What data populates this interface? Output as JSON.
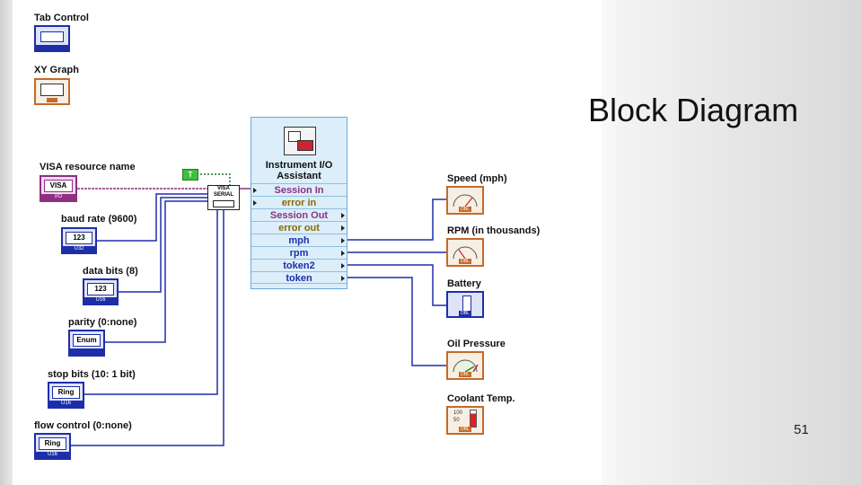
{
  "slide": {
    "title": "Block Diagram",
    "page_number": "51"
  },
  "controls": [
    {
      "name": "Tab Control"
    },
    {
      "name": "XY Graph"
    },
    {
      "name": "VISA resource name",
      "glyph": "VISA",
      "type": "I/O"
    },
    {
      "name": "baud rate (9600)",
      "glyph": "123",
      "type": "U32"
    },
    {
      "name": "data bits (8)",
      "glyph": "123",
      "type": "U16"
    },
    {
      "name": "parity (0:none)",
      "glyph": "Enum",
      "type": ""
    },
    {
      "name": "stop bits (10: 1 bit)",
      "glyph": "Ring",
      "type": "U16"
    },
    {
      "name": "flow control (0:none)",
      "glyph": "Ring",
      "type": "U16"
    }
  ],
  "constants": {
    "true_const": "T"
  },
  "visa_serial": {
    "line1": "VISA",
    "line2": "SERIAL"
  },
  "instrument_io": {
    "title_line1": "Instrument I/O",
    "title_line2": "Assistant",
    "rows": [
      "Session In",
      "error in",
      "Session Out",
      "error out",
      "mph",
      "rpm",
      "token2",
      "token"
    ]
  },
  "indicators": [
    {
      "name": "Speed (mph)",
      "type": "DBL"
    },
    {
      "name": "RPM (in thousands)",
      "type": "DBL"
    },
    {
      "name": "Battery",
      "type": "DBL"
    },
    {
      "name": "Oil Pressure",
      "type": "DBL"
    },
    {
      "name": "Coolant Temp.",
      "type": "DBL",
      "scale_top": "100",
      "scale_mid": "50"
    }
  ],
  "colors": {
    "numeric_wire": "#1e2ea8",
    "visa_wire": "#8e2f83",
    "bool_wire": "#1f7a1f",
    "indicator_border": "#c46a2a"
  }
}
